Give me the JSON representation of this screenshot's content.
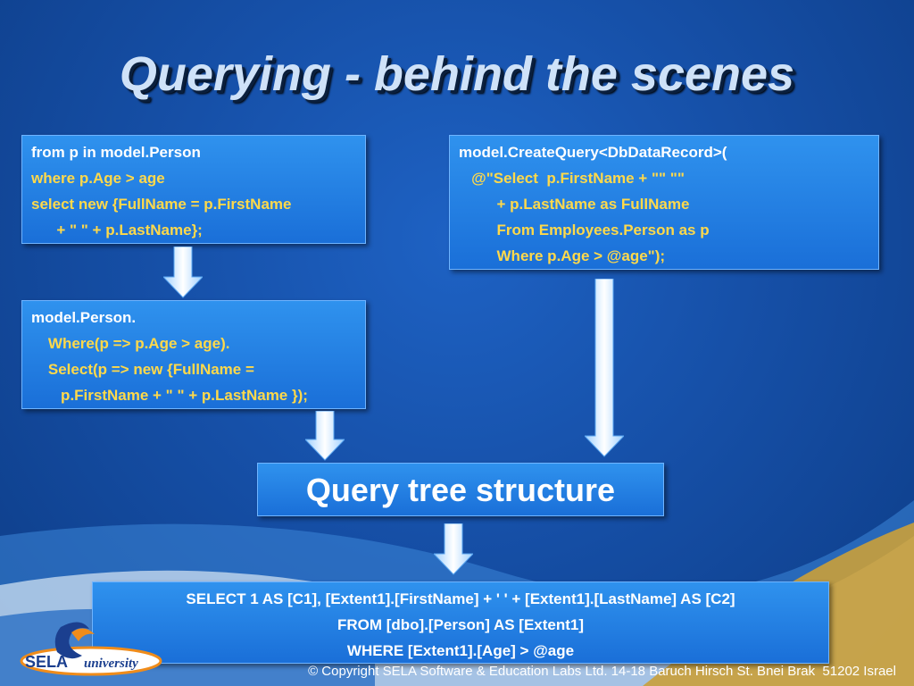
{
  "slide": {
    "title": "Querying - behind the scenes"
  },
  "boxes": {
    "linq_query": {
      "lines": [
        {
          "text": "from p in model.Person",
          "highlight": false
        },
        {
          "text": "where p.Age > age",
          "highlight": true
        },
        {
          "text": "select new {FullName = p.FirstName",
          "highlight": true
        },
        {
          "text": "      + \" \" + p.LastName};",
          "highlight": true
        }
      ]
    },
    "create_query": {
      "lines": [
        {
          "text": "model.CreateQuery<DbDataRecord>(",
          "highlight": false
        },
        {
          "text": "   @\"Select  p.FirstName + \"\" \"\"",
          "highlight": true
        },
        {
          "text": "         + p.LastName as FullName",
          "highlight": true
        },
        {
          "text": "         From Employees.Person as p",
          "highlight": true
        },
        {
          "text": "         Where p.Age > @age\");",
          "highlight": true
        }
      ]
    },
    "method_syntax": {
      "lines": [
        {
          "text": "model.Person.",
          "highlight": false
        },
        {
          "text": "    Where(p => p.Age > age).",
          "highlight": true
        },
        {
          "text": "    Select(p => new {FullName =",
          "highlight": true
        },
        {
          "text": "       p.FirstName + \" \" + p.LastName });",
          "highlight": true
        }
      ]
    },
    "query_tree": {
      "label": "Query tree structure"
    },
    "sql": {
      "lines": [
        "SELECT 1 AS [C1], [Extent1].[FirstName] + ' ' + [Extent1].[LastName] AS [C2]",
        "FROM [dbo].[Person] AS [Extent1]",
        "WHERE [Extent1].[Age] > @age"
      ]
    }
  },
  "logo": {
    "brand": "SELA",
    "tagline": "university"
  },
  "footer": {
    "copyright": "© Copyright SELA Software & Education Labs Ltd. 14-18 Baruch Hirsch St. Bnei Brak  51202 Israel"
  },
  "colors": {
    "highlight": "#ffd94a",
    "box": "#2186e6",
    "background": "#1650a8"
  }
}
